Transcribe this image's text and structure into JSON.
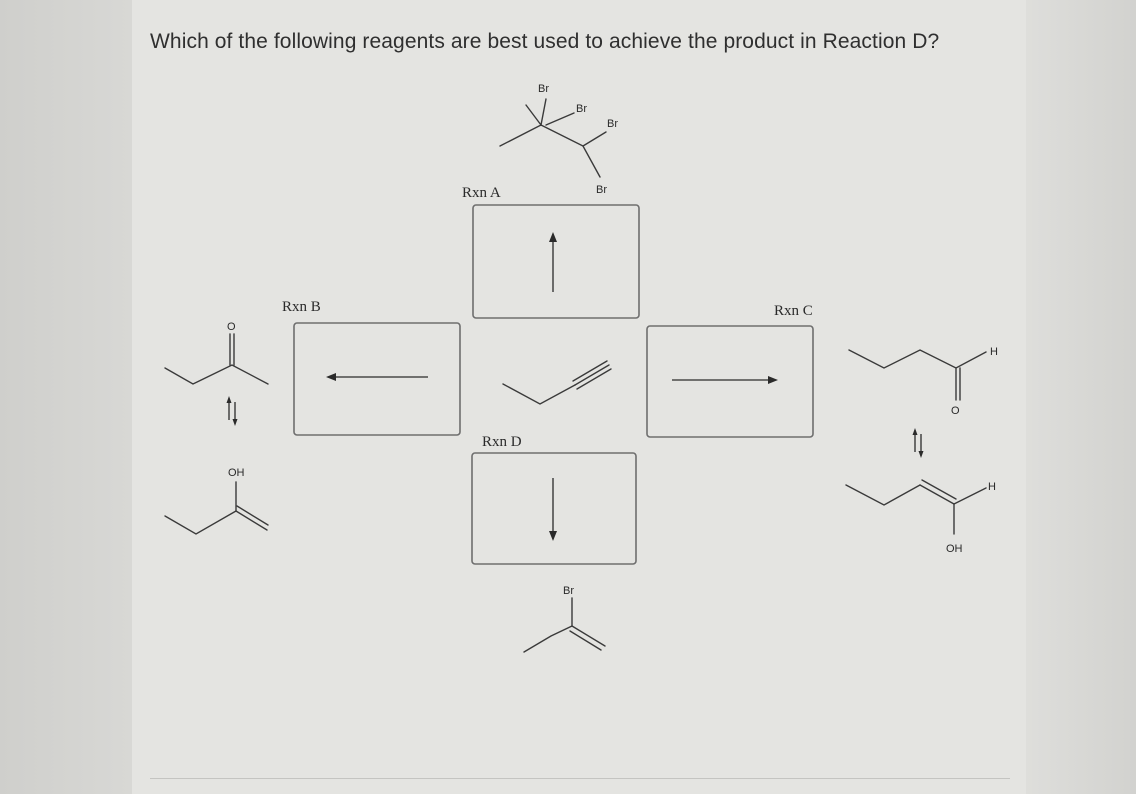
{
  "question": "Which of the following reagents are best used to achieve the product in Reaction D?",
  "reactions": {
    "a": {
      "label": "Rxn A",
      "direction": "up"
    },
    "b": {
      "label": "Rxn B",
      "direction": "left"
    },
    "c": {
      "label": "Rxn C",
      "direction": "right"
    },
    "d": {
      "label": "Rxn D",
      "direction": "down"
    }
  },
  "atoms": {
    "br": "Br",
    "oh": "OH",
    "o": "O",
    "h": "H"
  },
  "molecules": {
    "center": "alkyne (but-1-yne / propargyl chain)",
    "top": "tetrabromide",
    "bottom": "vinyl bromide",
    "left_top": "ketone",
    "left_bottom": "enol",
    "right_top": "aldehyde",
    "right_bottom": "enol"
  },
  "equilibrium_symbol": "⇅"
}
